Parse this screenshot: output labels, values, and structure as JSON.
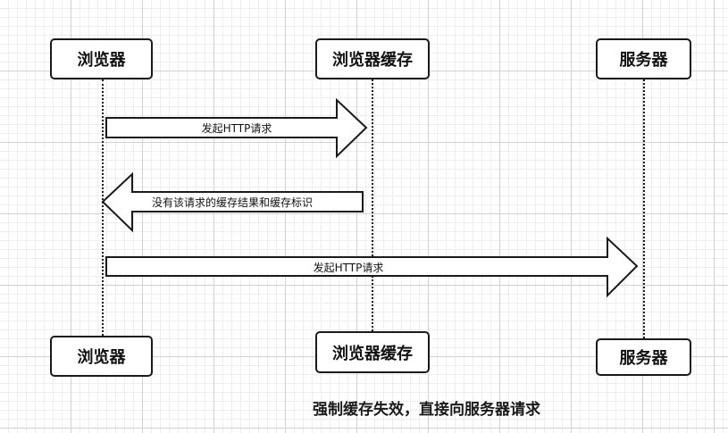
{
  "actors": {
    "browser": "浏览器",
    "cache": "浏览器缓存",
    "server": "服务器"
  },
  "messages": [
    {
      "label": "发起HTTP请求",
      "from": "browser",
      "to": "cache"
    },
    {
      "label": "没有该请求的缓存结果和缓存标识",
      "from": "cache",
      "to": "browser"
    },
    {
      "label": "发起HTTP请求",
      "from": "browser",
      "to": "server"
    }
  ],
  "caption": "强制缓存失效，直接向服务器请求"
}
